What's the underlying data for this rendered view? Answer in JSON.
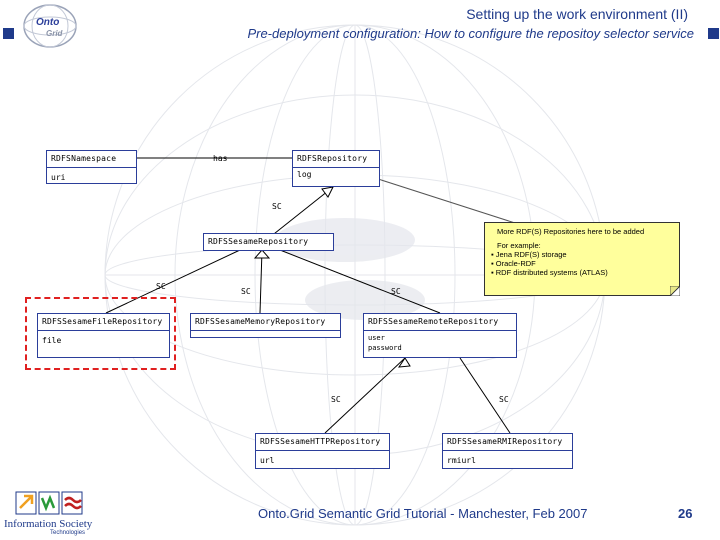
{
  "header": {
    "title": "Setting up the work environment (II)",
    "subtitle": "Pre-deployment configuration: How to configure the repositoy selector service"
  },
  "logo": {
    "line1": "Onto",
    "line2": "Grid"
  },
  "nodes": {
    "namespace": {
      "name": "RDFSNamespace",
      "attrs": "uri"
    },
    "repository": {
      "name": "RDFSRepository",
      "attrs": "log"
    },
    "sesame": {
      "name": "RDFSSesameRepository",
      "attrs": ""
    },
    "file": {
      "name": "RDFSSesameFileRepository",
      "attrs": "file"
    },
    "memory": {
      "name": "RDFSSesameMemoryRepository",
      "attrs": ""
    },
    "remote": {
      "name": "RDFSSesameRemoteRepository",
      "attrs": "user\npassword"
    },
    "http": {
      "name": "RDFSSesameHTTPRepository",
      "attrs": "url"
    },
    "rmi": {
      "name": "RDFSSesameRMIRepository",
      "attrs": "rmiurl"
    }
  },
  "edges": {
    "has": "has",
    "sc_repo": "SC",
    "sc_file": "SC",
    "sc_memory": "SC",
    "sc_remote": "SC",
    "sc_http": "SC",
    "sc_rmi": "SC"
  },
  "note": {
    "heading": "More RDF(S) Repositories here to be added",
    "intro": "For example:",
    "items": [
      "Jena RDF(S) storage",
      "Oracle-RDF",
      "RDF distributed systems (ATLAS)"
    ]
  },
  "footer": {
    "text": "Onto.Grid Semantic Grid Tutorial - Manchester, Feb 2007",
    "page": "26",
    "ist_line1": "Information Society",
    "ist_line2": "Technologies"
  },
  "colors": {
    "accent": "#1f3a8a",
    "note_bg": "#ffff9c",
    "highlight": "#e02020"
  }
}
